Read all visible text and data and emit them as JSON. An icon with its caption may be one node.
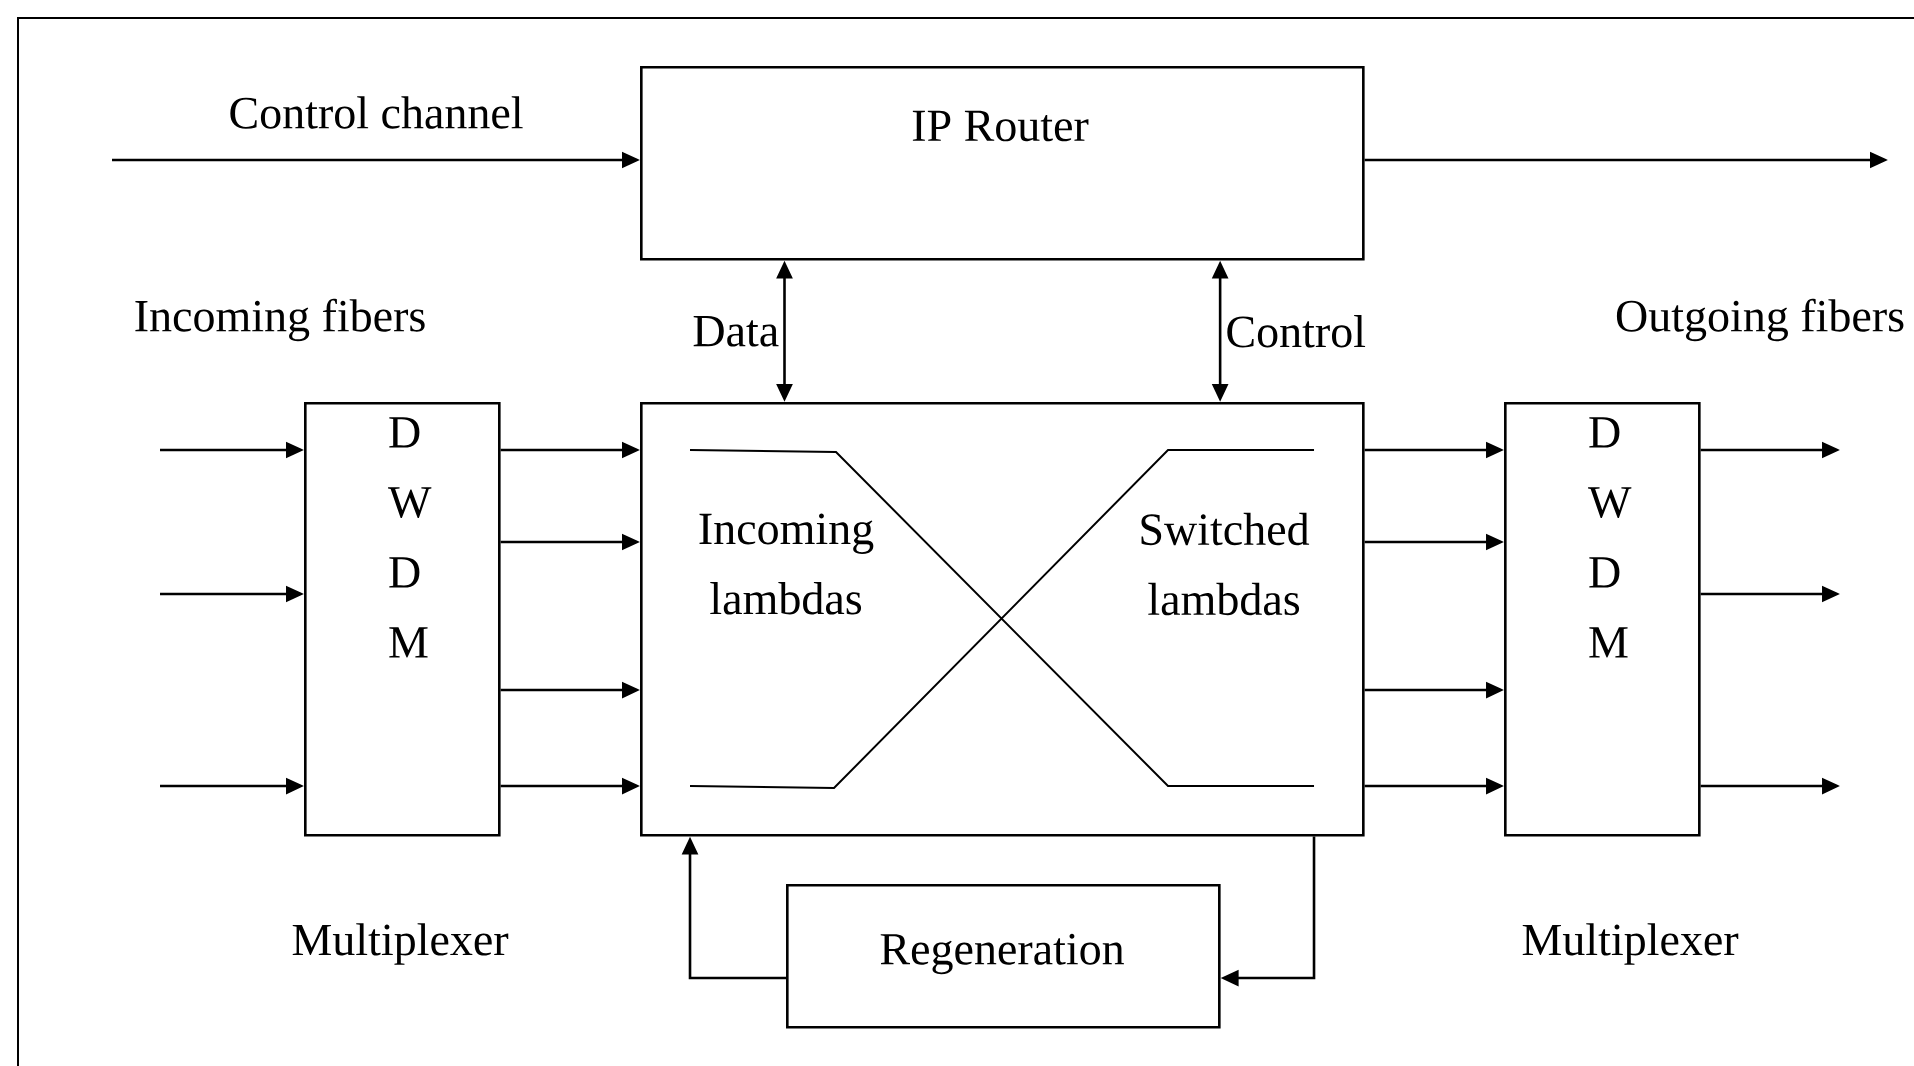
{
  "diagram": {
    "nodes": [
      {
        "text": [
          "IP Router"
        ]
      },
      {
        "text": [
          "D W D M"
        ],
        "beside": [
          "Multiplexer"
        ]
      },
      {
        "text": [
          "Incoming lambdas",
          "Switched lambdas"
        ]
      },
      {
        "text": [
          "D W D M"
        ],
        "beside": [
          "Multiplexer"
        ]
      },
      {
        "text": [
          "Regeneration"
        ]
      }
    ],
    "edges": [
      {
        "from": null,
        "to": 0,
        "arrow": "to",
        "label": "Control channel"
      },
      {
        "from": 0,
        "to": null,
        "arrow": "to"
      },
      {
        "from": 0,
        "to": 2,
        "arrow": "both",
        "label": "Data"
      },
      {
        "from": 0,
        "to": 2,
        "arrow": "both",
        "label": "Control"
      },
      {
        "from": null,
        "to": 1,
        "arrow": "to"
      },
      {
        "from": null,
        "to": 1,
        "arrow": "to"
      },
      {
        "from": null,
        "to": 1,
        "arrow": "to"
      },
      {
        "from": 1,
        "to": 2,
        "arrow": "to"
      },
      {
        "from": 1,
        "to": 2,
        "arrow": "to"
      },
      {
        "from": 1,
        "to": 2,
        "arrow": "to"
      },
      {
        "from": 1,
        "to": 2,
        "arrow": "to"
      },
      {
        "from": 2,
        "to": 3,
        "arrow": "to"
      },
      {
        "from": 2,
        "to": 3,
        "arrow": "to"
      },
      {
        "from": 2,
        "to": 3,
        "arrow": "to"
      },
      {
        "from": 2,
        "to": 3,
        "arrow": "to"
      },
      {
        "from": 3,
        "to": null,
        "arrow": "to"
      },
      {
        "from": 3,
        "to": null,
        "arrow": "to"
      },
      {
        "from": 3,
        "to": null,
        "arrow": "to"
      },
      {
        "from": 2,
        "to": 4,
        "arrow": "to"
      },
      {
        "from": 4,
        "to": 2,
        "arrow": "to"
      }
    ],
    "labels": [
      "Incoming fibers",
      "Outgoing fibers"
    ]
  }
}
